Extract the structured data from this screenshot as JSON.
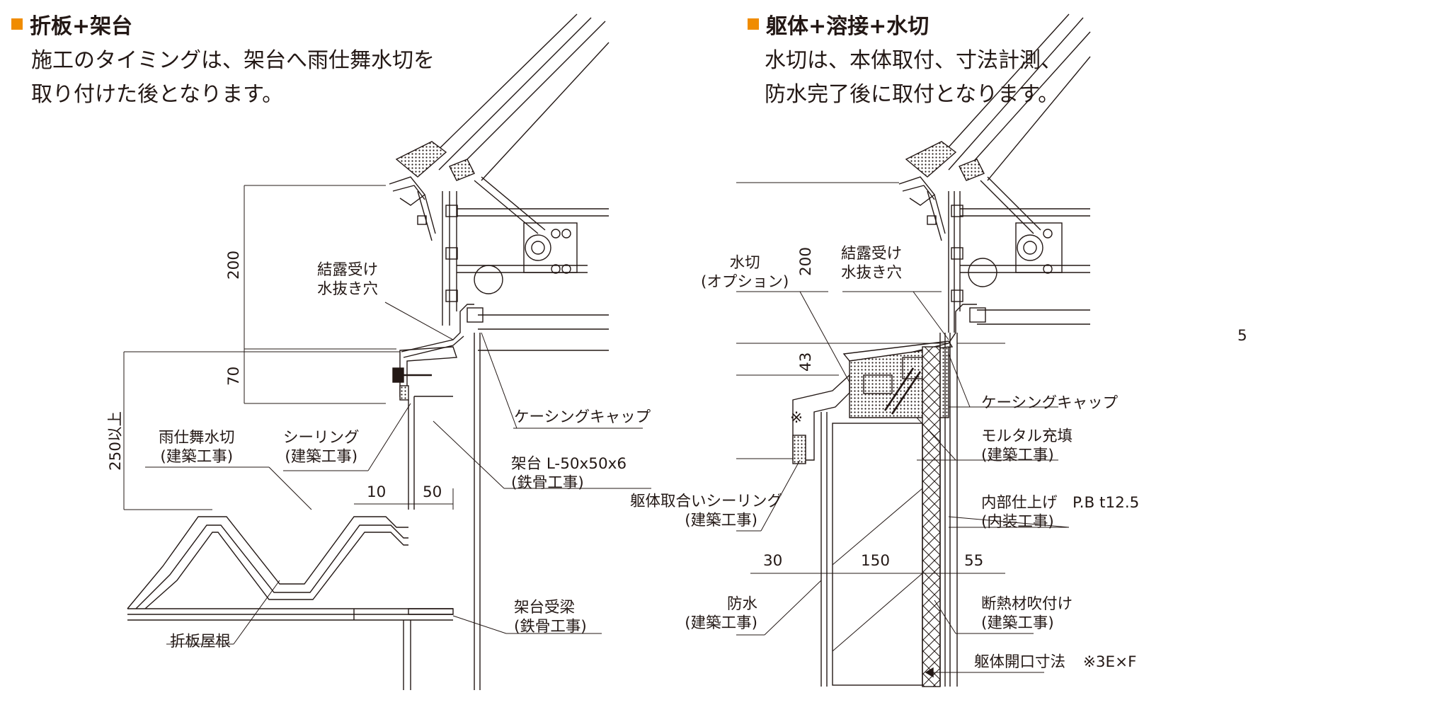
{
  "left": {
    "title": "折板+架台",
    "description": [
      "施工のタイミングは、架台へ雨仕舞水切を",
      "取り付けた後となります。"
    ],
    "labels": {
      "condensation": [
        "結露受け",
        "水抜き穴"
      ],
      "casing_cap": "ケーシングキャップ",
      "stand": [
        "架台 L-50x50x6",
        "(鉄骨工事)"
      ],
      "flashing": [
        "雨仕舞水切",
        "(建築工事)"
      ],
      "sealing": [
        "シーリング",
        "(建築工事)"
      ],
      "stand_beam": [
        "架台受梁",
        "(鉄骨工事)"
      ],
      "roof": "折板屋根"
    },
    "dims": {
      "d200": "200",
      "d70": "70",
      "d250": "250以上",
      "d10": "10",
      "d50": "50"
    }
  },
  "right": {
    "title": "躯体+溶接+水切",
    "description": [
      "水切は、本体取付、寸法計測、",
      "防水完了後に取付となります。"
    ],
    "labels": {
      "flashing": [
        "水切",
        "(オプション)"
      ],
      "condensation": [
        "結露受け",
        "水抜き穴"
      ],
      "casing_cap": "ケーシングキャップ",
      "mortar": [
        "モルタル充填",
        "(建築工事)"
      ],
      "interior": [
        "内部仕上げ　P.B t12.5",
        "(内装工事)"
      ],
      "structure_sealing": [
        "躯体取合いシーリング",
        "(建築工事)"
      ],
      "waterproof": [
        "防水",
        "(建築工事)"
      ],
      "insulation": [
        "断熱材吹付け",
        "(建築工事)"
      ],
      "opening": "躯体開口寸法",
      "opening_note": "※3E×F"
    },
    "dims": {
      "d200": "200",
      "d43": "43",
      "note": "※",
      "d5": "5",
      "d30": "30",
      "d150": "150",
      "d55": "55"
    }
  }
}
